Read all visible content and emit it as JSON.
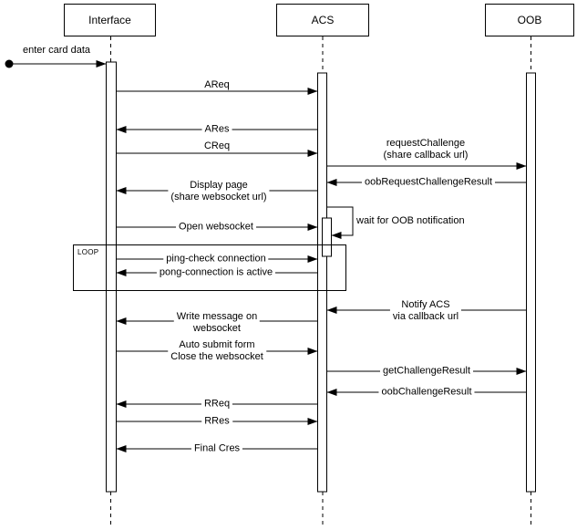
{
  "diagram_type": "uml-sequence",
  "actors": [
    {
      "label": "Interface"
    },
    {
      "label": "ACS"
    },
    {
      "label": "OOB"
    }
  ],
  "loop": {
    "label": "LOOP"
  },
  "messages": [
    {
      "label": "enter card data",
      "from": "start",
      "to": "Interface"
    },
    {
      "label": "AReq",
      "from": "Interface",
      "to": "ACS"
    },
    {
      "label": "ARes",
      "from": "ACS",
      "to": "Interface"
    },
    {
      "label": "CReq",
      "from": "Interface",
      "to": "ACS"
    },
    {
      "label": "requestChallenge",
      "label2": "(share callback url)",
      "from": "ACS",
      "to": "OOB"
    },
    {
      "label": "oobRequestChallengeResult",
      "from": "OOB",
      "to": "ACS"
    },
    {
      "label": "Display page",
      "label2": "(share websocket url)",
      "from": "ACS",
      "to": "Interface"
    },
    {
      "label": "wait for OOB notification",
      "from": "ACS",
      "to": "ACS"
    },
    {
      "label": "Open websocket",
      "from": "Interface",
      "to": "ACS"
    },
    {
      "label": "ping-check connection",
      "from": "Interface",
      "to": "ACS",
      "in_loop": true
    },
    {
      "label": "pong-connection is active",
      "from": "ACS",
      "to": "Interface",
      "in_loop": true
    },
    {
      "label": "Notify ACS",
      "label2": "via callback url",
      "from": "OOB",
      "to": "ACS"
    },
    {
      "label": "Write message on",
      "label2": "websocket",
      "from": "ACS",
      "to": "Interface"
    },
    {
      "label": "Auto submit form",
      "label2": "Close the websocket",
      "from": "Interface",
      "to": "ACS"
    },
    {
      "label": "getChallengeResult",
      "from": "ACS",
      "to": "OOB"
    },
    {
      "label": "oobChallengeResult",
      "from": "OOB",
      "to": "ACS"
    },
    {
      "label": "RReq",
      "from": "ACS",
      "to": "Interface"
    },
    {
      "label": "RRes",
      "from": "Interface",
      "to": "ACS"
    },
    {
      "label": "Final Cres",
      "from": "ACS",
      "to": "Interface"
    }
  ]
}
